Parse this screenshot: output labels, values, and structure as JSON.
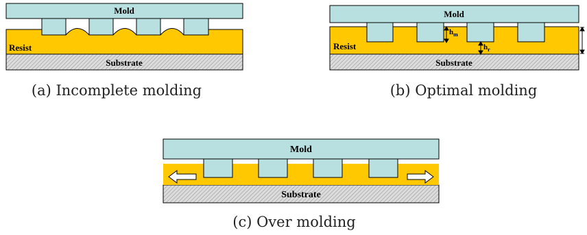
{
  "colors": {
    "mold": "#b8e0e0",
    "resist": "#ffc800",
    "substrate": "#d9d9d9",
    "outline": "#000000"
  },
  "panels": {
    "a": {
      "caption": "(a) Incomplete molding",
      "mold_label": "Mold",
      "resist_label": "Resist",
      "substrate_label": "Substrate"
    },
    "b": {
      "caption": "(b) Optimal molding",
      "mold_label": "Mold",
      "resist_label": "Resist",
      "substrate_label": "Substrate",
      "hm_label": "h",
      "hm_sub": "m",
      "hr_label": "h",
      "hr_sub": "r"
    },
    "c": {
      "caption": "(c) Over molding",
      "mold_label": "Mold",
      "substrate_label": "Substrate"
    }
  }
}
